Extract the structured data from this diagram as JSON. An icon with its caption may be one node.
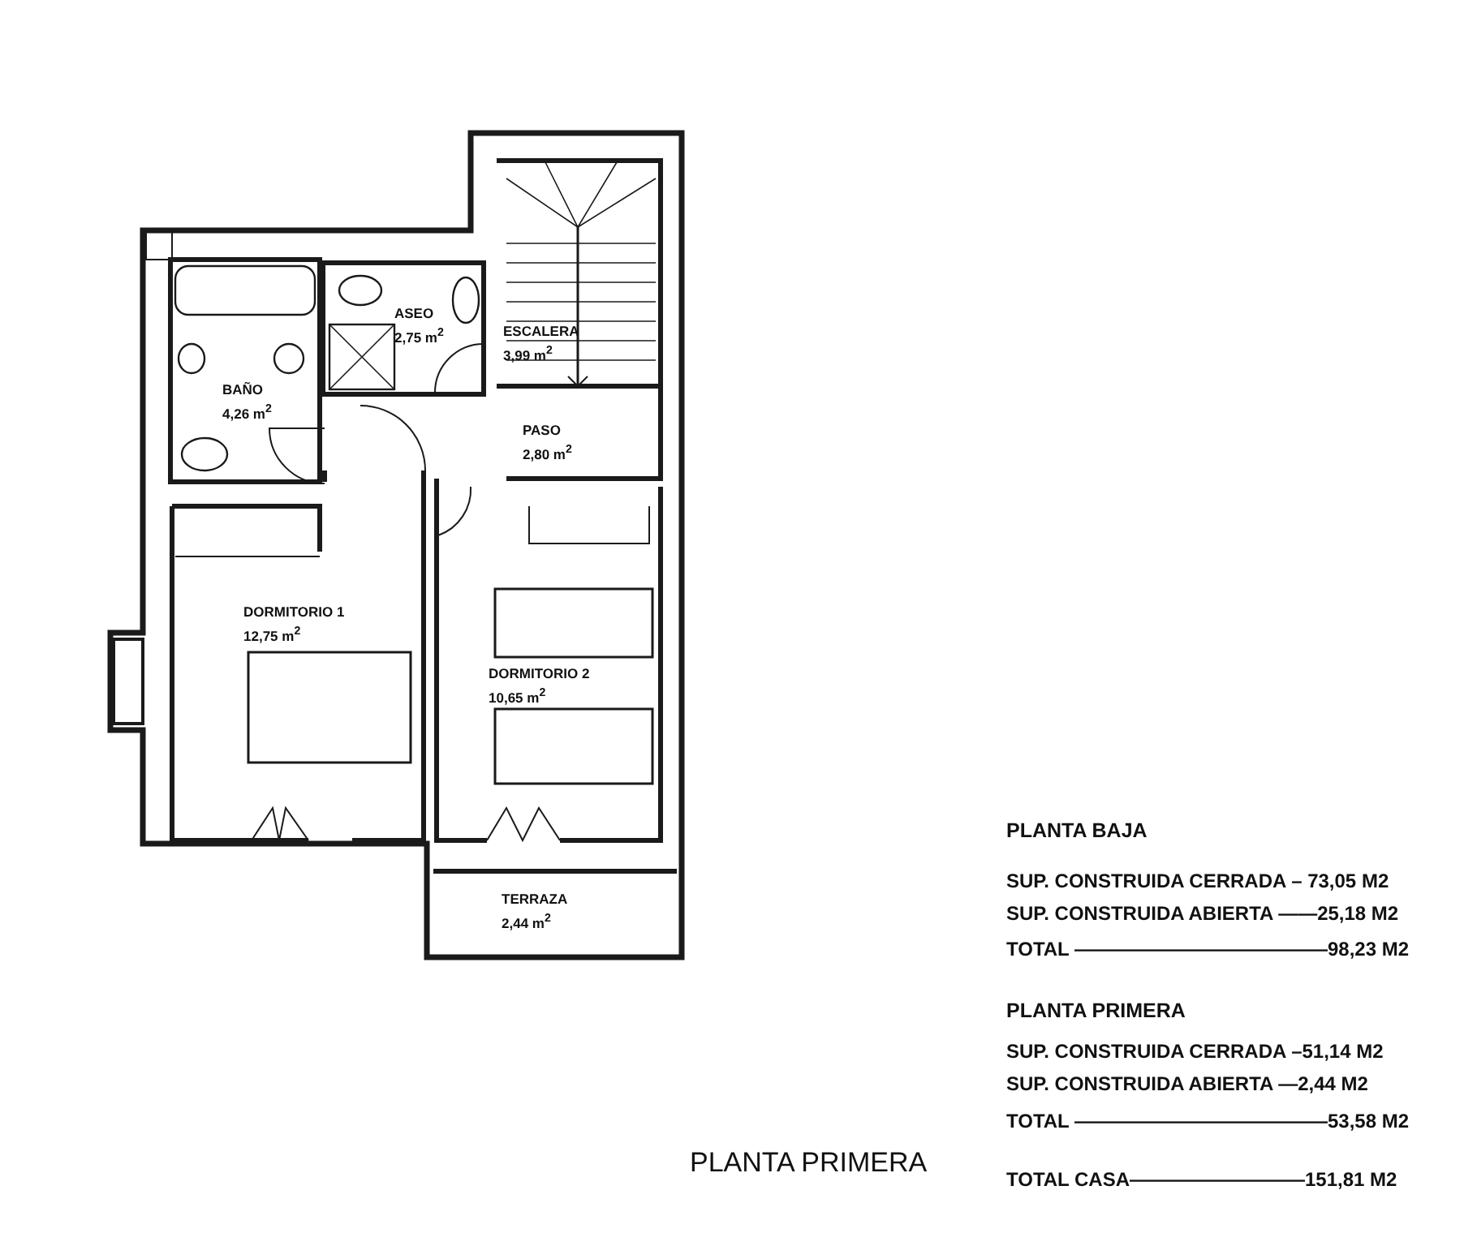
{
  "diagram": {
    "title": "PLANTA PRIMERA",
    "nodes": [
      {
        "text": [
          "BAÑO",
          "4,26 m$^{2}$"
        ]
      },
      {
        "text": [
          "ASEO",
          "2,75 m$^{2}$"
        ]
      },
      {
        "text": [
          "ESCALERA",
          "3,99 m$^{2}$"
        ]
      },
      {
        "text": [
          "PASO",
          "2,80 m$^{2}$"
        ]
      },
      {
        "text": [
          "DORMITORIO 1",
          "12,75 m$^{2}$"
        ]
      },
      {
        "text": [
          "DORMITORIO 2",
          "10,65 m$^{2}$"
        ]
      },
      {
        "text": [
          "TERRAZA",
          "2,44 m$^{2}$"
        ]
      }
    ],
    "labels": [
      "PLANTA BAJA",
      "SUP. CONSTRUIDA CERRADA – 73,05 M2",
      "SUP. CONSTRUIDA ABIERTA ——25,18 M2",
      "TOTAL —————————————98,23 M2",
      "PLANTA PRIMERA",
      "SUP. CONSTRUIDA CERRADA –51,14 M2",
      "SUP. CONSTRUIDA ABIERTA —2,44 M2",
      "TOTAL —————————————53,58 M2",
      "TOTAL CASA—————————151,81 M2"
    ]
  }
}
